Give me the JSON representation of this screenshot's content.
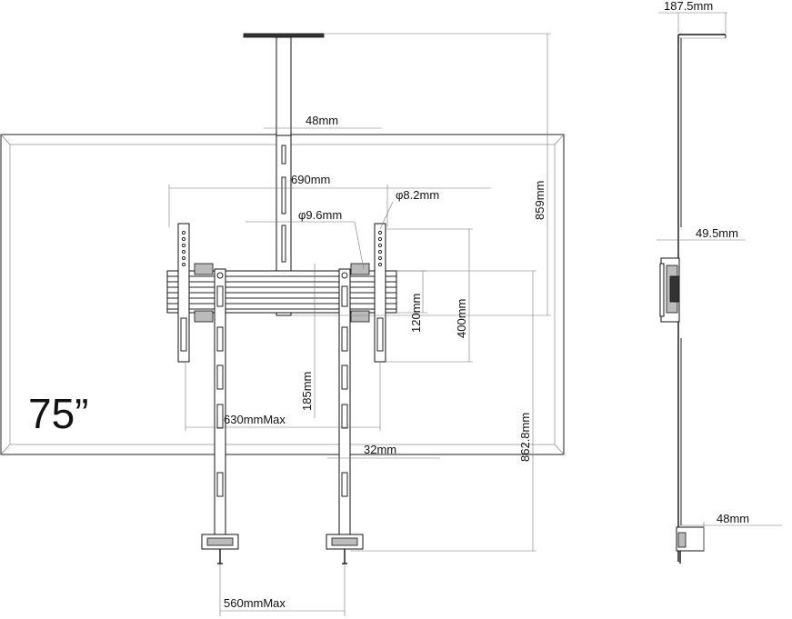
{
  "screen_size_label": "75”",
  "front_view": {
    "pole_width": "48mm",
    "pattern_width": "690mm",
    "small_hole": "φ8.2mm",
    "large_hole": "φ9.6mm",
    "rail_height": "120mm",
    "pattern_height": "400mm",
    "total_height": "859mm",
    "leg_offset": "185mm",
    "max_width": "630mmMax",
    "leg_width": "32mm",
    "leg_length": "862.8mm",
    "foot_spacing": "560mmMax"
  },
  "side_view": {
    "top_depth": "187.5mm",
    "wall_offset": "49.5mm",
    "foot_width": "48mm"
  }
}
